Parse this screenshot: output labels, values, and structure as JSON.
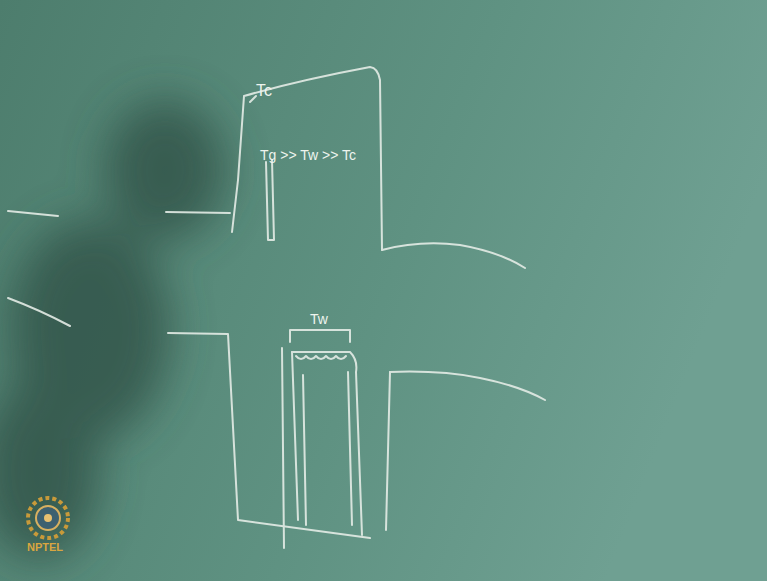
{
  "diagram": {
    "labels": [
      "Tc",
      "Tg >> Tw >> Tc",
      "Tw",
      "NPTEL"
    ]
  }
}
